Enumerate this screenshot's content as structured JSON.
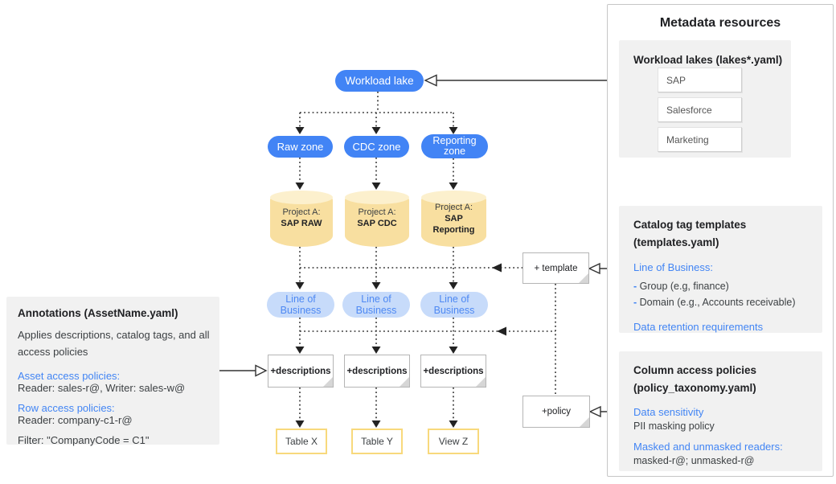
{
  "colors": {
    "pill_blue": "#4284f5",
    "lob_fill": "#c7dbfa",
    "lob_text": "#4e89f3",
    "cylinder_fill": "#f8dfa0",
    "cylinder_top": "#fcf0cd",
    "table_border": "#f8d97c",
    "panel_gray": "#f1f1f1",
    "accent_blue_text": "#4285f4"
  },
  "diagram": {
    "workload_lake": "Workload lake",
    "zones": [
      "Raw zone",
      "CDC zone",
      "Reporting zone"
    ],
    "projects": [
      {
        "line1": "Project A:",
        "line2": "SAP RAW"
      },
      {
        "line1": "Project A:",
        "line2": "SAP CDC"
      },
      {
        "line1": "Project A:",
        "line2": "SAP Reporting"
      }
    ],
    "lob_label": "Line of Business",
    "descriptions_label": "+descriptions",
    "template_note": "+ template",
    "policy_note": "+policy",
    "tables": [
      "Table X",
      "Table Y",
      "View Z"
    ]
  },
  "annotations_panel": {
    "title": "Annotations (AssetName.yaml)",
    "body": "Applies descriptions, catalog tags, and all access policies",
    "asset_policies_heading": "Asset access policies:",
    "asset_policies_value": "Reader: sales-r@, Writer: sales-w@",
    "row_policies_heading": "Row access policies:",
    "row_policies_value": "Reader: company-c1-r@",
    "filter": "Filter: \"CompanyCode = C1\""
  },
  "metadata_panel": {
    "title": "Metadata resources",
    "workload_lakes": {
      "title": "Workload lakes (lakes*.yaml)",
      "items": [
        "SAP",
        "Salesforce",
        "Marketing"
      ]
    },
    "catalog_templates": {
      "title_line1": "Catalog tag templates",
      "title_line2": "(templates.yaml)",
      "lob_heading": "Line of Business:",
      "dash": "-",
      "bullets": [
        "Group (e.g, finance)",
        "Domain (e.g., Accounts receivable)"
      ],
      "retention": "Data retention requirements"
    },
    "column_policies": {
      "title_line1": "Column access policies",
      "title_line2": "(policy_taxonomy.yaml)",
      "sensitivity_heading": "Data sensitivity",
      "sensitivity_value": "PII masking policy",
      "readers_heading": "Masked and unmasked readers:",
      "readers_value": "masked-r@; unmasked-r@"
    }
  }
}
